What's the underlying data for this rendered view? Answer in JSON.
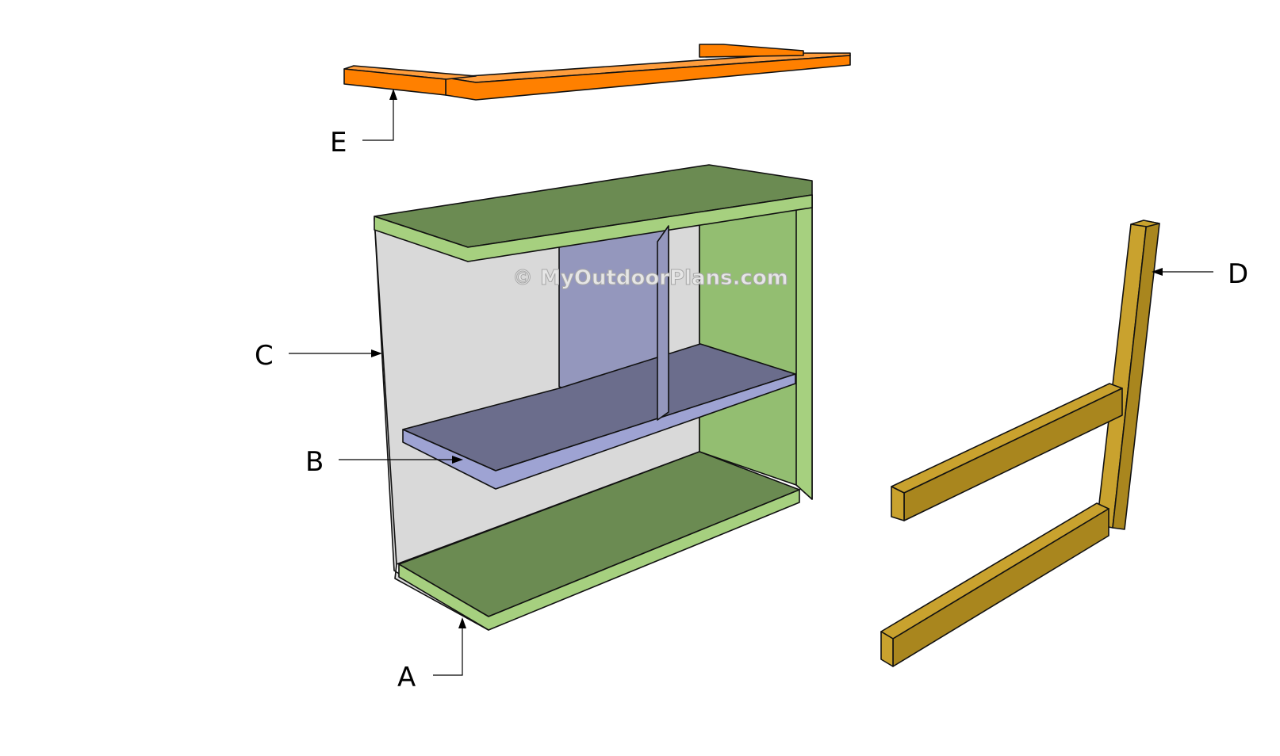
{
  "labels": {
    "a": "A",
    "b": "B",
    "c": "C",
    "d": "D",
    "e": "E"
  },
  "watermark": "© MyOutdoorPlans.com",
  "colors": {
    "base_board": "#a6d07f",
    "base_board_dark": "#6b8b52",
    "side_panel": "#d9d9d9",
    "right_panel": "#93be71",
    "shelf": "#9ea3d3",
    "shelf_dark": "#6b6d8c",
    "divider": "#9497bd",
    "top_rail": "#ff8000",
    "top_rail_light": "#ff9d3c",
    "frame": "#c9a22e",
    "frame_dark": "#a9861e"
  }
}
